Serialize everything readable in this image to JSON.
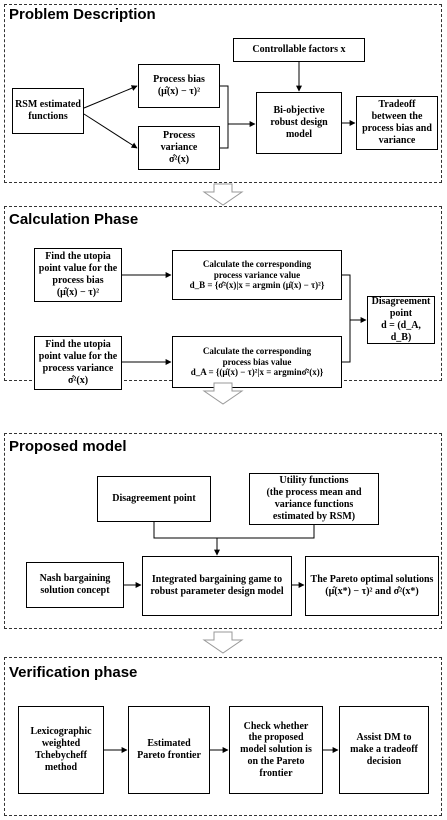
{
  "panels": [
    {
      "title": "Problem Description"
    },
    {
      "title": "Calculation Phase"
    },
    {
      "title": "Proposed model"
    },
    {
      "title": "Verification phase"
    }
  ],
  "p1": {
    "rsm": [
      "RSM estimated",
      "functions"
    ],
    "bias": [
      "Process bias",
      "(μ̂(x) − τ)²"
    ],
    "variance": [
      "Process",
      "variance",
      "σ̂²(x)"
    ],
    "controllable": "Controllable factors x",
    "bi": [
      "Bi-objective",
      "robust design",
      "model"
    ],
    "tradeoff": [
      "Tradeoff",
      "between the",
      "process bias and",
      "variance"
    ]
  },
  "p2": {
    "utopia_bias": [
      "Find the utopia",
      "point value for the",
      "process bias",
      "(μ̂(x) − τ)²"
    ],
    "calc_var": [
      "Calculate the corresponding",
      "process variance value",
      "d_B = {σ̂²(x)|x = argmin (μ̂(x) − τ)²}"
    ],
    "utopia_var": [
      "Find the utopia",
      "point value for the",
      "process variance",
      "σ̂²(x)"
    ],
    "calc_bias": [
      "Calculate the corresponding",
      "process bias value",
      "d_A = {(μ̂(x) − τ)²|x = argminσ̂²(x)}"
    ],
    "disagree": [
      "Disagreement",
      "point",
      "d = (d_A, d_B)"
    ]
  },
  "p3": {
    "disagree": "Disagreement point",
    "utility": [
      "Utility  functions",
      "(the process mean and",
      "variance functions",
      "estimated by RSM)"
    ],
    "nash": [
      "Nash bargaining",
      "solution concept"
    ],
    "integrated": [
      "Integrated bargaining game to",
      "robust parameter design model"
    ],
    "pareto": [
      "The Pareto optimal solutions",
      "(μ̂(x*) − τ)² and σ̂²(x*)"
    ]
  },
  "p4": {
    "lex": [
      "Lexicographic",
      "weighted",
      "Tchebycheff",
      "method"
    ],
    "est": [
      "Estimated",
      "Pareto frontier"
    ],
    "check": [
      "Check whether",
      "the proposed",
      "model  solution is",
      "on the Pareto",
      "frontier"
    ],
    "assist": [
      "Assist DM to",
      "make a tradeoff",
      "decision"
    ]
  }
}
